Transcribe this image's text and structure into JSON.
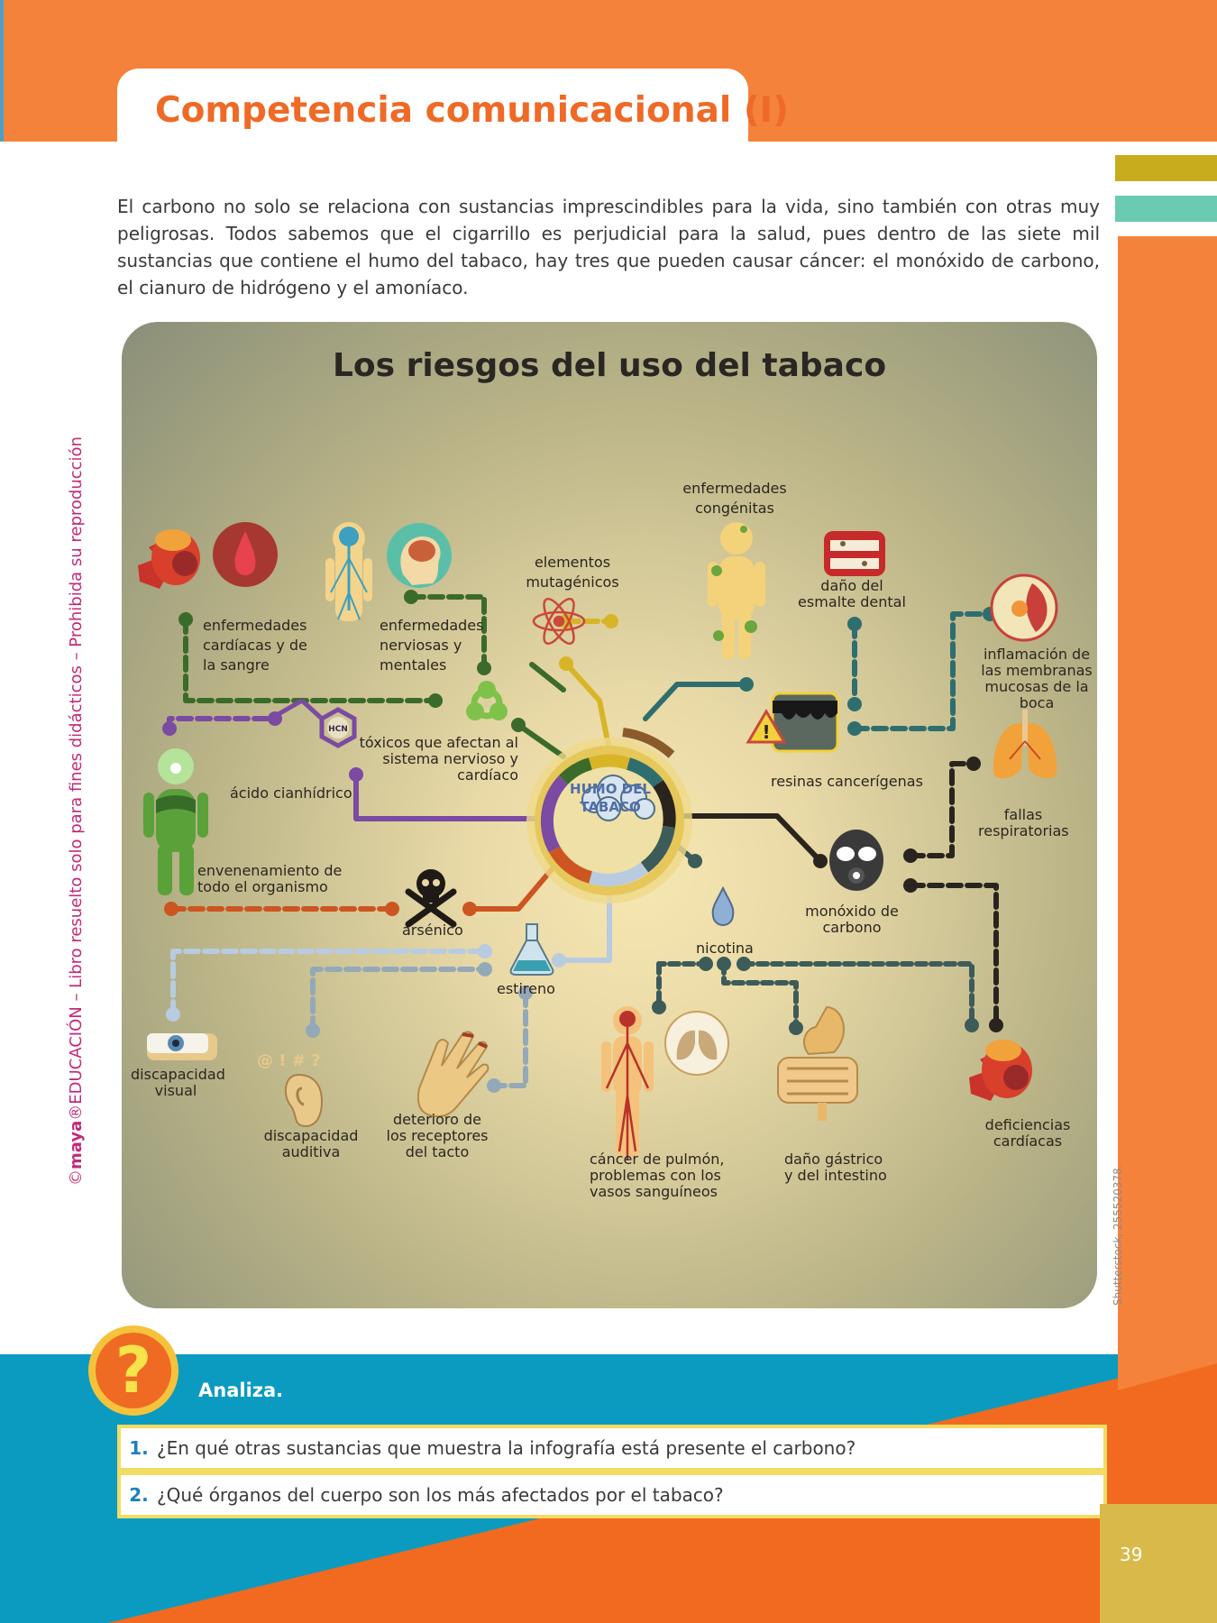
{
  "header": {
    "title": "Competencia comunicacional (I)"
  },
  "intro": "El carbono no solo se relaciona con sustancias imprescindibles para la vida, sino también con otras muy peligrosas. Todos sabemos que el cigarrillo es perjudicial para la salud, pues dentro de las siete mil sustancias que contiene el humo del tabaco, hay tres que pueden causar cáncer: el monóxido de carbono, el cianuro de hidrógeno y el amoníaco.",
  "side_notice": {
    "brand": "maya",
    "text": "EDUCACIÓN – Libro resuelto solo para fines didácticos – Prohibida su reproducción"
  },
  "infographic": {
    "title": "Los riesgos del uso del tabaco",
    "center": "HUMO DEL TABACO",
    "icon_text": {
      "hcn": "HCN"
    },
    "substances": {
      "elementos_mutagenicos": "elementos mutagénicos",
      "toxicos": "tóxicos que afectan al sistema nervioso y cardíaco",
      "acido_cianhidrico": "ácido cianhídrico",
      "arsenico": "arsénico",
      "estireno": "estireno",
      "nicotina": "nicotina",
      "monoxido": "monóxido de carbono",
      "resinas": "resinas cancerígenas"
    },
    "effects": {
      "cardiacas_sangre": "enfermedades cardíacas y de la sangre",
      "nerviosas": "enfermedades nerviosas y mentales",
      "congenitas": "enfermedades congénitas",
      "esmalte": "daño del esmalte dental",
      "mucosas": "inflamación de las membranas mucosas de la boca",
      "respiratorias": "fallas respiratorias",
      "envenenamiento": "envenenamiento de todo el organismo",
      "visual": "discapacidad visual",
      "auditiva": "discapacidad auditiva",
      "tacto": "deterioro de los receptores del tacto",
      "pulmon": "cáncer de pulmón, problemas con los vasos sanguíneos",
      "gastrico": "daño gástrico y del intestino",
      "deficiencias": "deficiencias cardíacas"
    },
    "credit": "Shutterstock, 255520378."
  },
  "analyze": {
    "label": "Analiza.",
    "questions": [
      {
        "number": "1.",
        "text": "¿En qué otras sustancias que muestra la infografía está presente el carbono?"
      },
      {
        "number": "2.",
        "text": "¿Qué órganos del cuerpo son los más afectados por el tabaco?"
      }
    ]
  },
  "page_number": "39",
  "colors": {
    "orange": "#f5823a",
    "teal_blue": "#0b9bc0",
    "title_orange": "#ef6a26",
    "notice_magenta": "#c2297a"
  },
  "icons": [
    "question-mark-icon",
    "heart-icon",
    "blood-drop-icon",
    "nervous-system-icon",
    "brain-head-icon",
    "child-body-icon",
    "teeth-icon",
    "atom-icon",
    "biohazard-icon",
    "molecule-icon",
    "poisoned-person-icon",
    "tar-jar-icon",
    "warning-icon",
    "mouth-icon",
    "lungs-icon",
    "gas-mask-icon",
    "skull-crossbones-icon",
    "flask-icon",
    "nicotine-drop-icon",
    "eye-icon",
    "ear-icon",
    "hand-icon",
    "circulatory-body-icon",
    "stomach-intestine-icon",
    "smoke-cloud-icon"
  ]
}
